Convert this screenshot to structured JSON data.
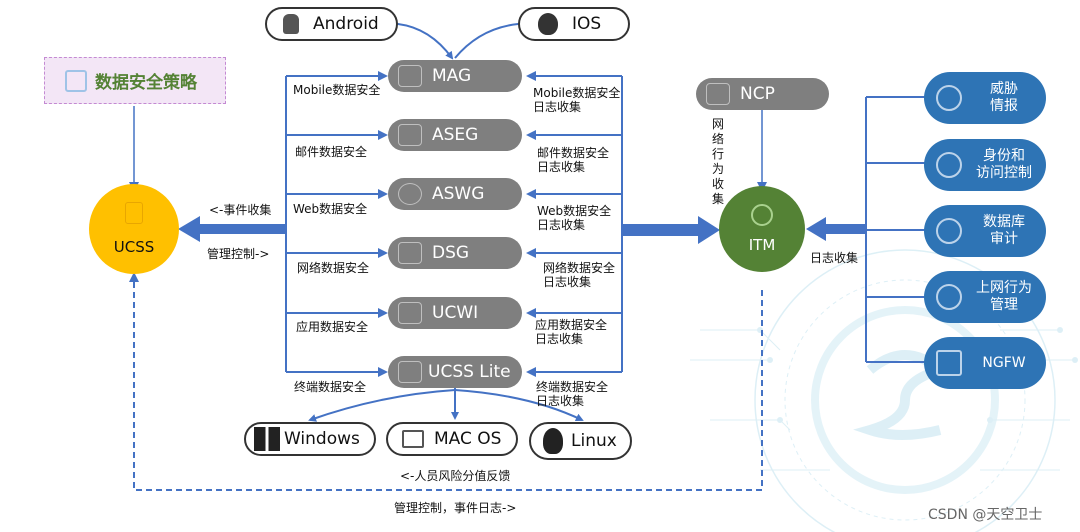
{
  "platforms_top": {
    "android": "Android",
    "ios": "IOS"
  },
  "policy": "数据安全策略",
  "ucss": "UCSS",
  "itm": "ITM",
  "ncp": "NCP",
  "ncp_label": [
    "网",
    "络",
    "行",
    "为",
    "收",
    "集"
  ],
  "gateways": [
    {
      "name": "MAG",
      "left_label": "Mobile数据安全",
      "right_label": [
        "Mobile数据安全",
        "日志收集"
      ]
    },
    {
      "name": "ASEG",
      "left_label": "邮件数据安全",
      "right_label": [
        "邮件数据安全",
        "日志收集"
      ]
    },
    {
      "name": "ASWG",
      "left_label": "Web数据安全",
      "right_label": [
        "Web数据安全",
        "日志收集"
      ]
    },
    {
      "name": "DSG",
      "left_label": "网络数据安全",
      "right_label": [
        "网络数据安全",
        "日志收集"
      ]
    },
    {
      "name": "UCWI",
      "left_label": "应用数据安全",
      "right_label": [
        "应用数据安全",
        "日志收集"
      ]
    },
    {
      "name": "UCSS Lite",
      "left_label": "终端数据安全",
      "right_label": [
        "终端数据安全",
        "日志收集"
      ]
    }
  ],
  "event_collect": "<-事件收集",
  "mgmt_control": "管理控制->",
  "log_collect": "日志收集",
  "platforms_bottom": {
    "windows": "Windows",
    "macos": "MAC OS",
    "linux": "Linux"
  },
  "risk_feedback": "<-人员风险分值反馈",
  "mgmt_event_log": "管理控制，事件日志->",
  "sources": [
    {
      "line1": "威胁",
      "line2": "情报"
    },
    {
      "line1": "身份和",
      "line2": "访问控制"
    },
    {
      "line1": "数据库",
      "line2": "审计"
    },
    {
      "line1": "上网行为",
      "line2": "管理"
    },
    {
      "line1": "NGFW",
      "line2": ""
    }
  ],
  "watermark": "CSDN @天空卫士",
  "colors": {
    "line": "#4472c4",
    "gateway": "#7f7f7f",
    "ucss": "#ffc000",
    "itm": "#548235",
    "source": "#2e74b5",
    "policy_bg": "#f3e6f6",
    "policy_text": "#548235"
  }
}
